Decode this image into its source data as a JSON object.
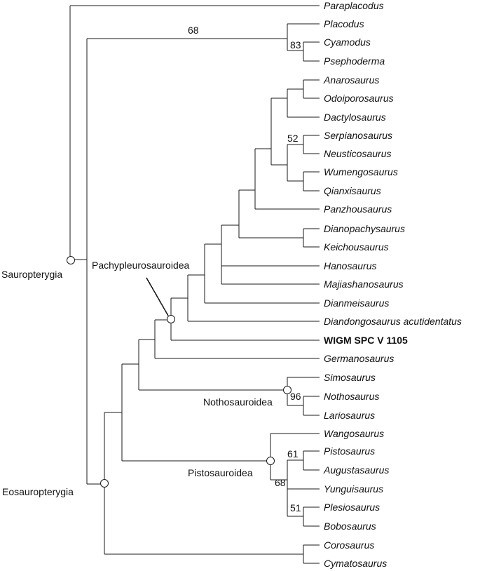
{
  "taxa": [
    "Paraplacodus",
    "Placodus",
    "Cyamodus",
    "Psephoderma",
    "Anarosaurus",
    "Odoiporosaurus",
    "Dactylosaurus",
    "Serpianosaurus",
    "Neusticosaurus",
    "Wumengosaurus",
    "Qianxisaurus",
    "Panzhousaurus",
    "Dianopachysaurus",
    "Keichousaurus",
    "Hanosaurus",
    "Majiashanosaurus",
    "Dianmeisaurus",
    "Diandongosaurus acutidentatus",
    "WIGM SPC V 1105",
    "Germanosaurus",
    "Simosaurus",
    "Nothosaurus",
    "Lariosaurus",
    "Wangosaurus",
    "Pistosaurus",
    "Augustasaurus",
    "Yunguisaurus",
    "Plesiosaurus",
    "Bobosaurus",
    "Corosaurus",
    "Cymatosaurus"
  ],
  "highlight_taxon": "WIGM SPC V 1105",
  "clades": {
    "sauropterygia": "Sauropterygia",
    "eosauropterygia": "Eosauropterygia",
    "pachypleurosauroidea": "Pachypleurosauroidea",
    "nothosauroidea": "Nothosauroidea",
    "pistosauroidea": "Pistosauroidea"
  },
  "support_values": {
    "placodontia": "68",
    "cyamodontoidea": "83",
    "serpianosaurus_neusticosaurus": "52",
    "nothosaurus_lariosaurus": "96",
    "pistosaurus_augustasaurus": "61",
    "pistosauria": "68",
    "plesiosaurus_bobosaurus": "51"
  }
}
